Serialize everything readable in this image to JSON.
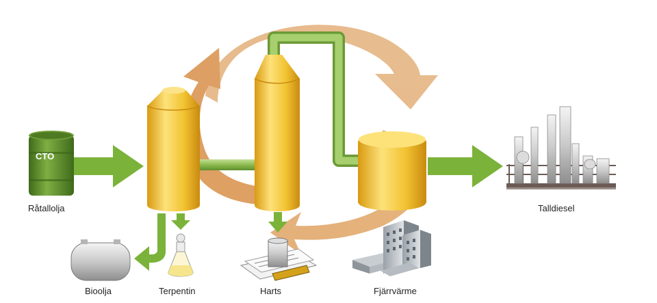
{
  "drum_label": "CTO",
  "labels": {
    "raw": "Råtallolja",
    "bio": "Bioolja",
    "terp": "Terpentin",
    "resin": "Harts",
    "heat": "Fjärrvärme",
    "diesel": "Talldiesel"
  },
  "colors": {
    "arrow_green": "#7bb239",
    "tank_yellow": "#f2c231",
    "cycle_orange": "#dc9a55",
    "drum_green": "#5a8a2a",
    "pipe_green": "#9cc463"
  }
}
